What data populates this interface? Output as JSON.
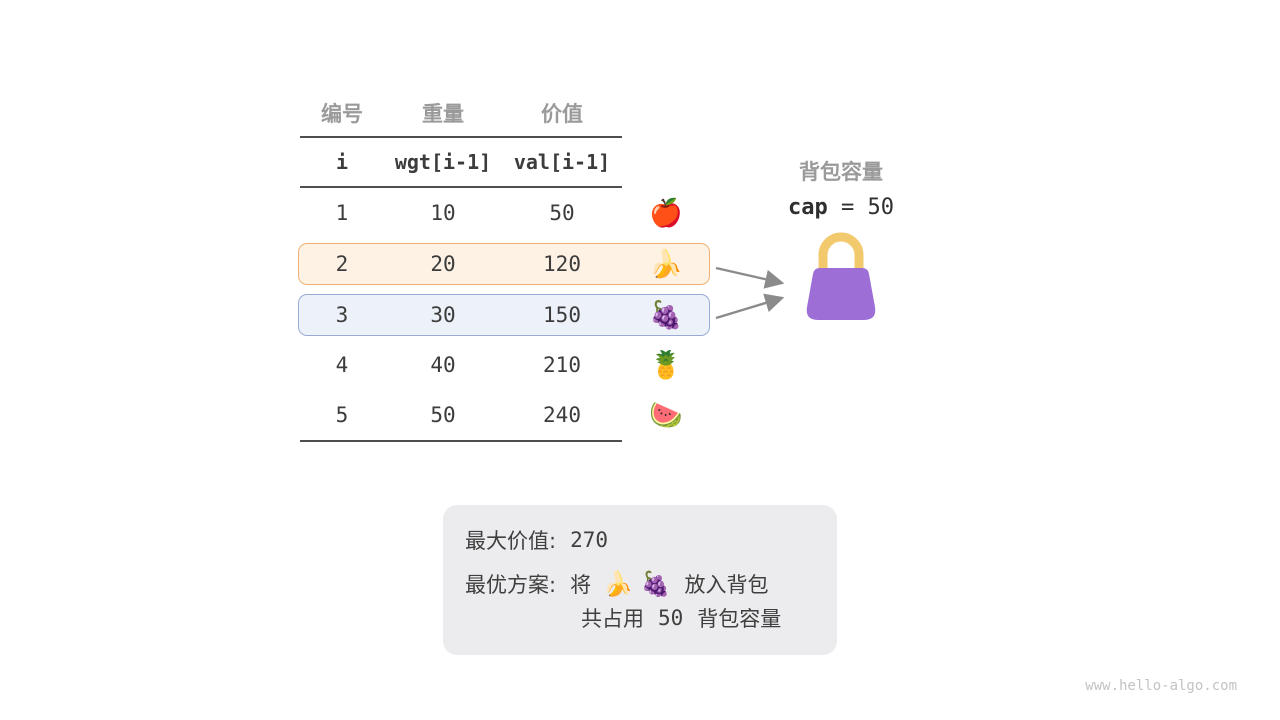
{
  "table": {
    "headers_cn": [
      "编号",
      "重量",
      "价值"
    ],
    "headers_code": [
      "i",
      "wgt[i-1]",
      "val[i-1]"
    ],
    "rows": [
      {
        "i": "1",
        "wgt": "10",
        "val": "50",
        "fruit": "🍎",
        "fruit_name": "apple",
        "highlight": "none"
      },
      {
        "i": "2",
        "wgt": "20",
        "val": "120",
        "fruit": "🍌",
        "fruit_name": "banana",
        "highlight": "orange"
      },
      {
        "i": "3",
        "wgt": "30",
        "val": "150",
        "fruit": "🍇",
        "fruit_name": "grapes",
        "highlight": "blue"
      },
      {
        "i": "4",
        "wgt": "40",
        "val": "210",
        "fruit": "🍍",
        "fruit_name": "pineapple",
        "highlight": "none"
      },
      {
        "i": "5",
        "wgt": "50",
        "val": "240",
        "fruit": "🍉",
        "fruit_name": "watermelon",
        "highlight": "none"
      }
    ]
  },
  "knapsack": {
    "title": "背包容量",
    "cap_name": "cap",
    "cap_rest": "= 50",
    "bag_icon": "handbag-icon"
  },
  "result": {
    "max_value_label": "最大价值:",
    "max_value": "270",
    "plan_label": "最优方案:",
    "plan_pre": "将",
    "plan_fruits": "🍌 🍇",
    "plan_post": "放入背包",
    "usage_pre": "共占用",
    "usage_value": "50",
    "usage_post": "背包容量"
  },
  "watermark": "www.hello-algo.com",
  "colors": {
    "highlight_orange_bg": "#fdf2e4",
    "highlight_orange_border": "#efae72",
    "highlight_blue_bg": "#edf1f9",
    "highlight_blue_border": "#9aacd4",
    "result_box_bg": "#ececee",
    "table_line": "#4e4e4e",
    "header_gray": "#9a9a9a",
    "text_dark": "#3c3c3c",
    "arrow_gray": "#8b8b8b",
    "bag_purple": "#9d6fd6",
    "bag_handle": "#f3c96e"
  }
}
